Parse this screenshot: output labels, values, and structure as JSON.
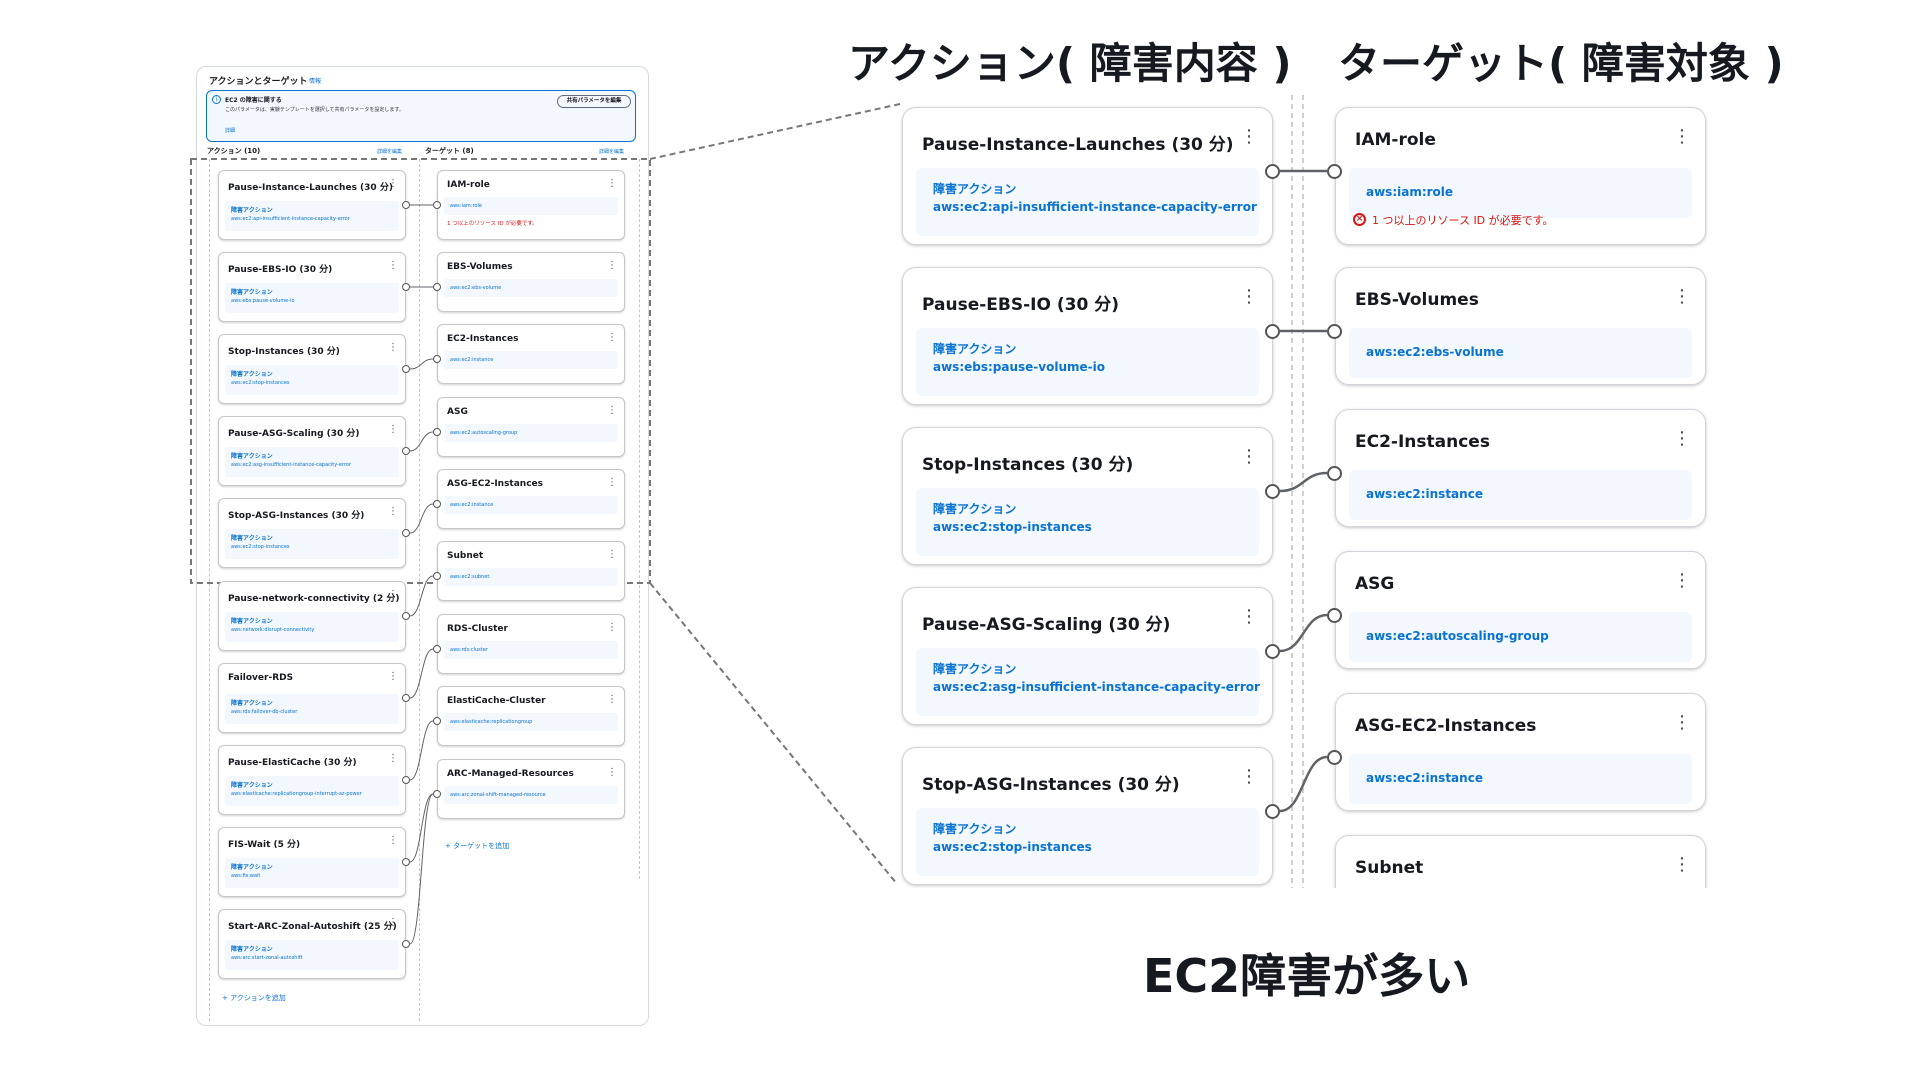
{
  "heading_actions": "アクション( 障害内容 )",
  "heading_targets": "ターゲット( 障害対象 )",
  "bottom_note": "EC2障害が多い",
  "mini_console": {
    "panel_title": "アクションとターゲット",
    "panel_info": "情報",
    "banner_title": "EC2 の障害に関する",
    "banner_body": "このパラメータは、実験テンプレートを選択して共有パラメータを設定します。",
    "banner_link": "詳細",
    "banner_button": "共有パラメータを編集",
    "actions_header": "アクション (10)",
    "targets_header": "ターゲット (8)",
    "edit_link": "詳細を編集",
    "add_action": "+ アクションを追加",
    "add_target": "+ ターゲットを追加",
    "actions": [
      {
        "title": "Pause-Instance-Launches (30 分)",
        "label": "障害アクション",
        "id": "aws:ec2:api-insufficient-instance-capacity-error"
      },
      {
        "title": "Pause-EBS-IO (30 分)",
        "label": "障害アクション",
        "id": "aws:ebs:pause-volume-io"
      },
      {
        "title": "Stop-Instances (30 分)",
        "label": "障害アクション",
        "id": "aws:ec2:stop-instances"
      },
      {
        "title": "Pause-ASG-Scaling (30 分)",
        "label": "障害アクション",
        "id": "aws:ec2:asg-insufficient-instance-capacity-error"
      },
      {
        "title": "Stop-ASG-Instances (30 分)",
        "label": "障害アクション",
        "id": "aws:ec2:stop-instances"
      },
      {
        "title": "Pause-network-connectivity (2 分)",
        "label": "障害アクション",
        "id": "aws:network:disrupt-connectivity"
      },
      {
        "title": "Failover-RDS",
        "label": "障害アクション",
        "id": "aws:rds:failover-db-cluster"
      },
      {
        "title": "Pause-ElastiCache (30 分)",
        "label": "障害アクション",
        "id": "aws:elasticache:replicationgroup-interrupt-az-power"
      },
      {
        "title": "FIS-Wait (5 分)",
        "label": "障害アクション",
        "id": "aws:fis:wait"
      },
      {
        "title": "Start-ARC-Zonal-Autoshift (25 分)",
        "label": "障害アクション",
        "id": "aws:arc:start-zonal-autoshift"
      }
    ],
    "targets": [
      {
        "title": "IAM-role",
        "id": "aws:iam:role",
        "error": "1 つ以上のリソース ID が必要です。"
      },
      {
        "title": "EBS-Volumes",
        "id": "aws:ec2:ebs-volume"
      },
      {
        "title": "EC2-Instances",
        "id": "aws:ec2:instance"
      },
      {
        "title": "ASG",
        "id": "aws:ec2:autoscaling-group"
      },
      {
        "title": "ASG-EC2-Instances",
        "id": "aws:ec2:instance"
      },
      {
        "title": "Subnet",
        "id": "aws:ec2:subnet"
      },
      {
        "title": "RDS-Cluster",
        "id": "aws:rds:cluster"
      },
      {
        "title": "ElastiCache-Cluster",
        "id": "aws:elasticache:replicationgroup"
      },
      {
        "title": "ARC-Managed-Resources",
        "id": "aws:arc:zonal-shift-managed-resource"
      }
    ]
  },
  "zoom": {
    "actions": [
      {
        "title": "Pause-Instance-Launches (30 分)",
        "label": "障害アクション",
        "id": "aws:ec2:api-insufficient-instance-capacity-error"
      },
      {
        "title": "Pause-EBS-IO (30 分)",
        "label": "障害アクション",
        "id": "aws:ebs:pause-volume-io"
      },
      {
        "title": "Stop-Instances (30 分)",
        "label": "障害アクション",
        "id": "aws:ec2:stop-instances"
      },
      {
        "title": "Pause-ASG-Scaling (30 分)",
        "label": "障害アクション",
        "id": "aws:ec2:asg-insufficient-instance-capacity-error"
      },
      {
        "title": "Stop-ASG-Instances (30 分)",
        "label": "障害アクション",
        "id": "aws:ec2:stop-instances"
      }
    ],
    "targets": [
      {
        "title": "IAM-role",
        "id": "aws:iam:role",
        "error": "1 つ以上のリソース ID が必要です。"
      },
      {
        "title": "EBS-Volumes",
        "id": "aws:ec2:ebs-volume"
      },
      {
        "title": "EC2-Instances",
        "id": "aws:ec2:instance"
      },
      {
        "title": "ASG",
        "id": "aws:ec2:autoscaling-group"
      },
      {
        "title": "ASG-EC2-Instances",
        "id": "aws:ec2:instance"
      },
      {
        "title": "Subnet"
      }
    ],
    "kebab": "⋮"
  },
  "colors": {
    "link_blue": "#0972d3",
    "error_red": "#d91515"
  }
}
